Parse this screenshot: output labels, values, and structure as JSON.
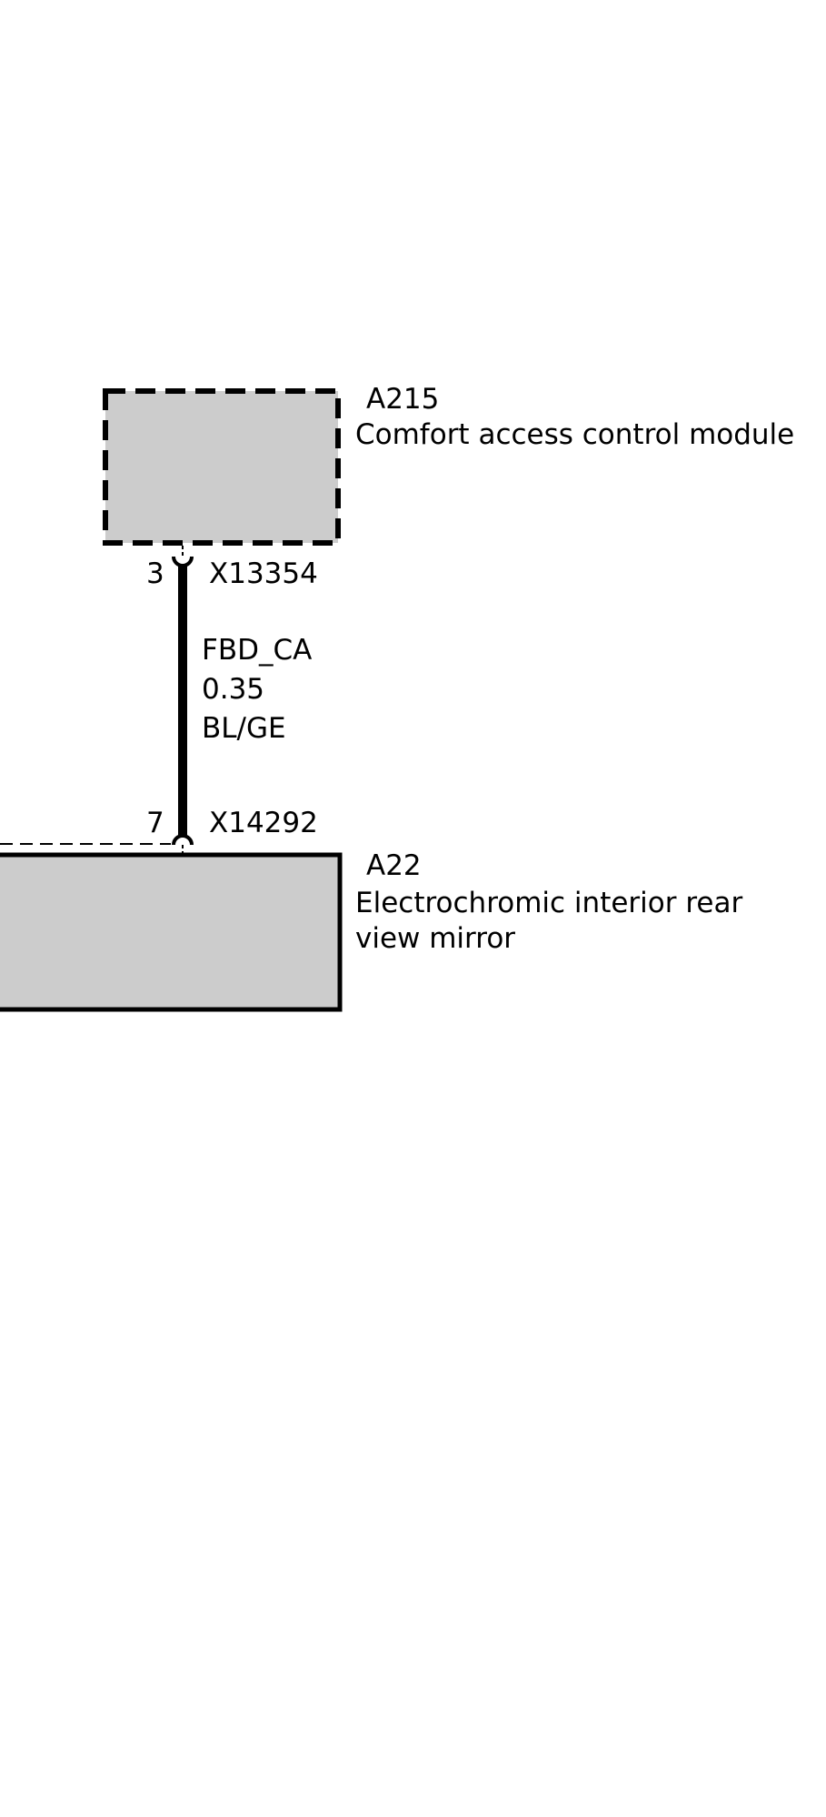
{
  "colors": {
    "module_fill": "#cccccc",
    "stroke": "#000000",
    "background": "#ffffff"
  },
  "modules": {
    "a215": {
      "id": "A215",
      "name": "Comfort access control module",
      "border": "dashed"
    },
    "a22": {
      "id": "A22",
      "name_line1": "Electrochromic interior rear",
      "name_line2": "view mirror",
      "border": "solid"
    }
  },
  "connectors": {
    "top": {
      "pin": "3",
      "id": "X13354"
    },
    "bottom": {
      "pin": "7",
      "id": "X14292"
    }
  },
  "wire": {
    "signal": "FBD_CA",
    "gauge": "0.35",
    "color_code": "BL/GE"
  }
}
